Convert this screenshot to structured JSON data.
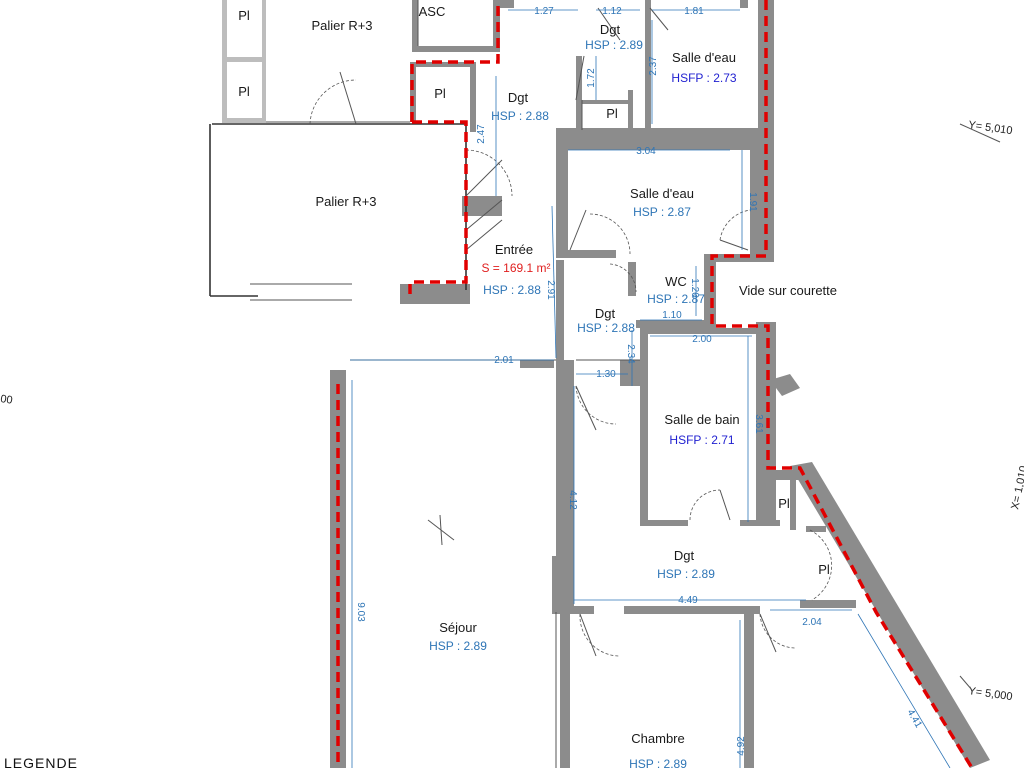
{
  "rooms": {
    "palier_top_name": "Palier R+3",
    "asc": "ASC",
    "pl": "Pl",
    "dgt": "Dgt",
    "salle_eau": "Salle d'eau",
    "palier_mid_name": "Palier R+3",
    "entree": "Entrée",
    "wc": "WC",
    "vide": "Vide sur courette",
    "salle_bain": "Salle de bain",
    "sejour": "Séjour",
    "chambre": "Chambre"
  },
  "heights": {
    "dgt_top": "HSP : 2.89",
    "dgt_left": "HSP : 2.88",
    "salle_eau_top": "HSFP : 2.73",
    "salle_eau_mid": "HSP : 2.87",
    "entree": "HSP : 2.88",
    "wc": "HSP : 2.87",
    "dgt_mid": "HSP : 2.88",
    "salle_bain": "HSFP : 2.71",
    "dgt_low": "HSP : 2.89",
    "sejour": "HSP : 2.89",
    "chambre": "HSP : 2.89"
  },
  "surface": "S = 169.1 m²",
  "dimensions": {
    "d127": "1.27",
    "d112": "1.12",
    "d181": "1.81",
    "d237": "2.37",
    "d172": "1.72",
    "d247": "2.47",
    "d304": "3.04",
    "d191": "1.91",
    "d291": "2.91",
    "d126": "1.26",
    "d110": "1.10",
    "d200": "2.00",
    "d234": "2.34",
    "d201": "2.01",
    "d130": "1.30",
    "d361": "3.61",
    "d412": "4.12",
    "d449": "4.49",
    "d204": "2.04",
    "d903": "9.03",
    "d492": "4.92",
    "d441": "4.41"
  },
  "coords": {
    "y_top": "Y= 5,010",
    "x_right": "X= 1,010",
    "y_bottom": "Y= 5,000",
    "left_frag": "00"
  },
  "legend_title": "LEGENDE"
}
